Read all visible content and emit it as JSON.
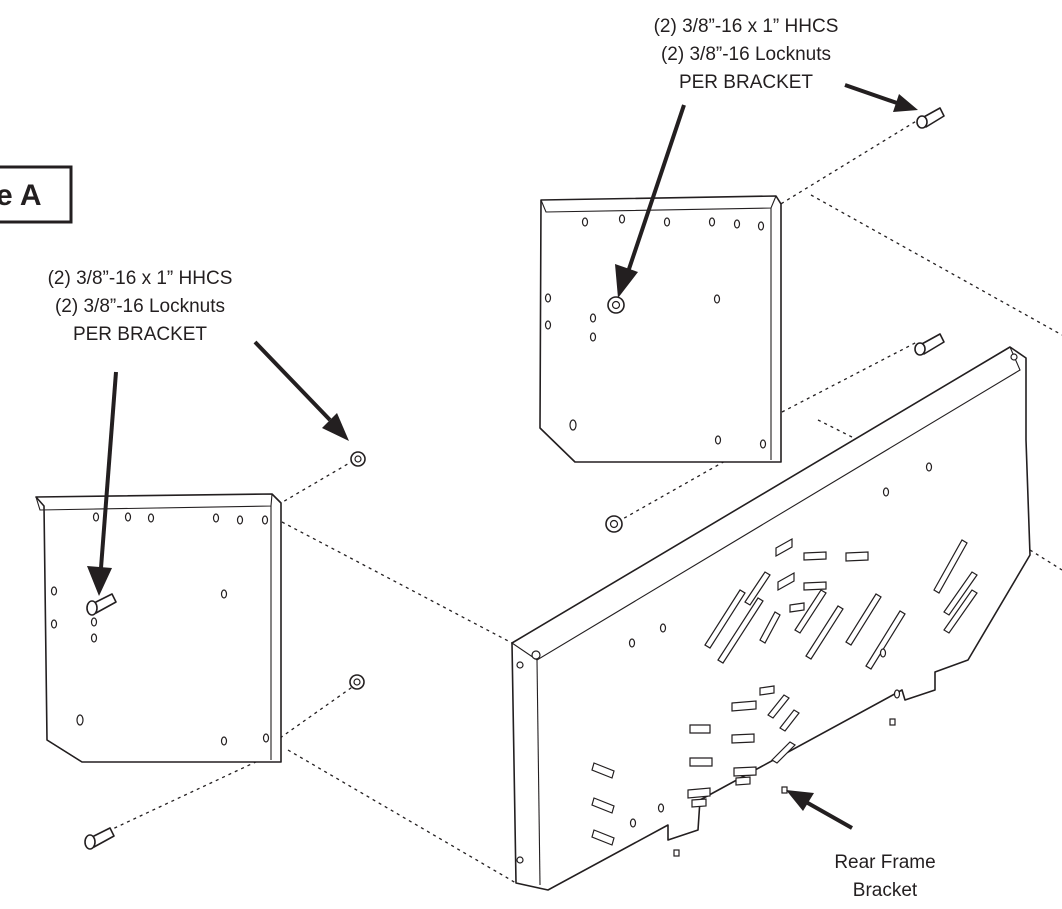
{
  "figure_label": "e A",
  "callouts": {
    "top_bracket": {
      "line1": "(2) 3/8”-16 x 1” HHCS",
      "line2": "(2) 3/8”-16 Locknuts",
      "line3": "PER BRACKET"
    },
    "left_bracket": {
      "line1": "(2) 3/8”-16 x 1” HHCS",
      "line2": "(2) 3/8”-16 Locknuts",
      "line3": "PER BRACKET"
    },
    "rear_frame": {
      "line1": "Rear Frame",
      "line2": "Bracket"
    }
  }
}
